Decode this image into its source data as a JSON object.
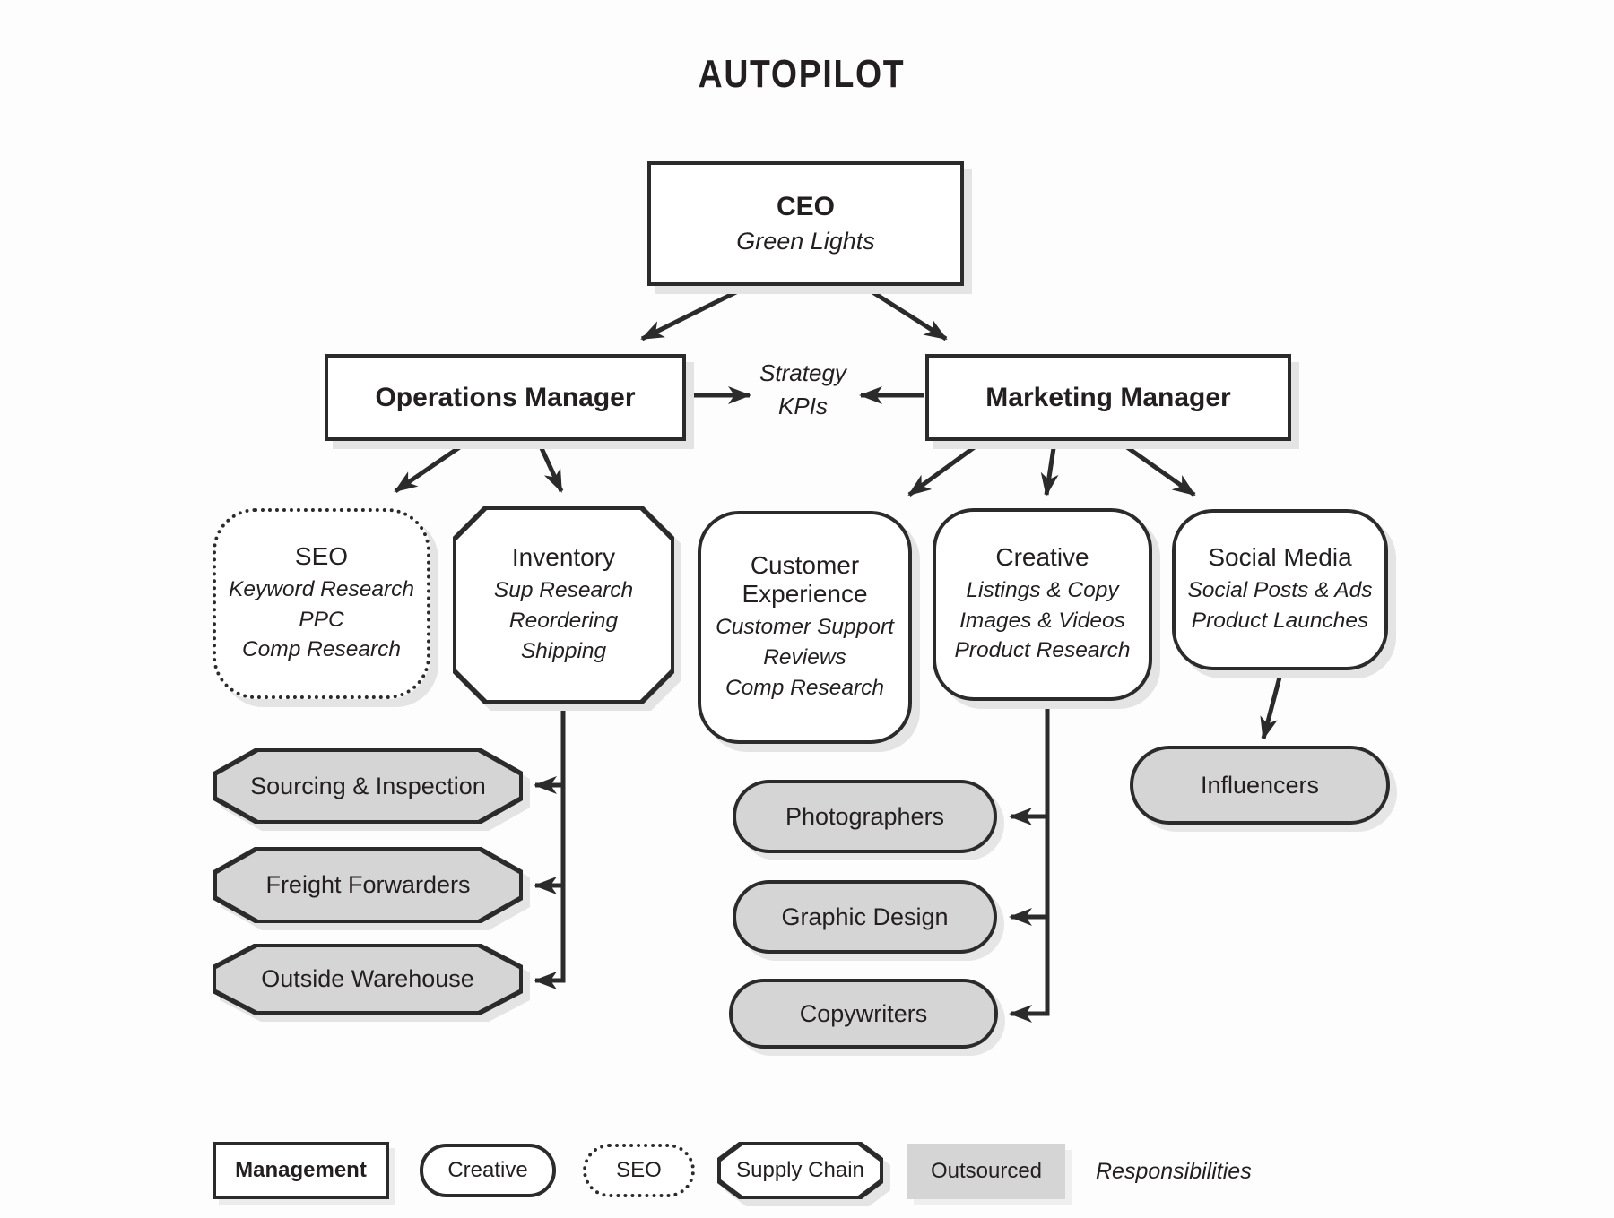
{
  "title": "AUTOPILOT",
  "colors": {
    "ink": "#2b2b2b",
    "outsourced_fill": "#d5d5d5",
    "shadow": "#e4e4e4",
    "background": "#fdfdfd"
  },
  "nodes": {
    "ceo": {
      "title": "CEO",
      "subtitle": "Green Lights"
    },
    "operations": {
      "title": "Operations Manager"
    },
    "marketing": {
      "title": "Marketing Manager"
    },
    "shared": {
      "line1": "Strategy",
      "line2": "KPIs"
    },
    "seo": {
      "title": "SEO",
      "items": [
        "Keyword Research",
        "PPC",
        "Comp Research"
      ]
    },
    "inventory": {
      "title": "Inventory",
      "items": [
        "Sup Research",
        "Reordering",
        "Shipping"
      ]
    },
    "customer_experience": {
      "title": "Customer Experience",
      "items": [
        "Customer Support",
        "Reviews",
        "Comp Research"
      ]
    },
    "creative": {
      "title": "Creative",
      "items": [
        "Listings & Copy",
        "Images & Videos",
        "Product Research"
      ]
    },
    "social_media": {
      "title": "Social Media",
      "items": [
        "Social Posts & Ads",
        "Product Launches"
      ]
    },
    "sourcing": {
      "title": "Sourcing & Inspection"
    },
    "freight": {
      "title": "Freight Forwarders"
    },
    "warehouse": {
      "title": "Outside Warehouse"
    },
    "photographers": {
      "title": "Photographers"
    },
    "graphic_design": {
      "title": "Graphic Design"
    },
    "copywriters": {
      "title": "Copywriters"
    },
    "influencers": {
      "title": "Influencers"
    }
  },
  "legend": {
    "management": "Management",
    "creative": "Creative",
    "seo": "SEO",
    "supply_chain": "Supply Chain",
    "outsourced": "Outsourced",
    "responsibilities": "Responsibilities"
  }
}
